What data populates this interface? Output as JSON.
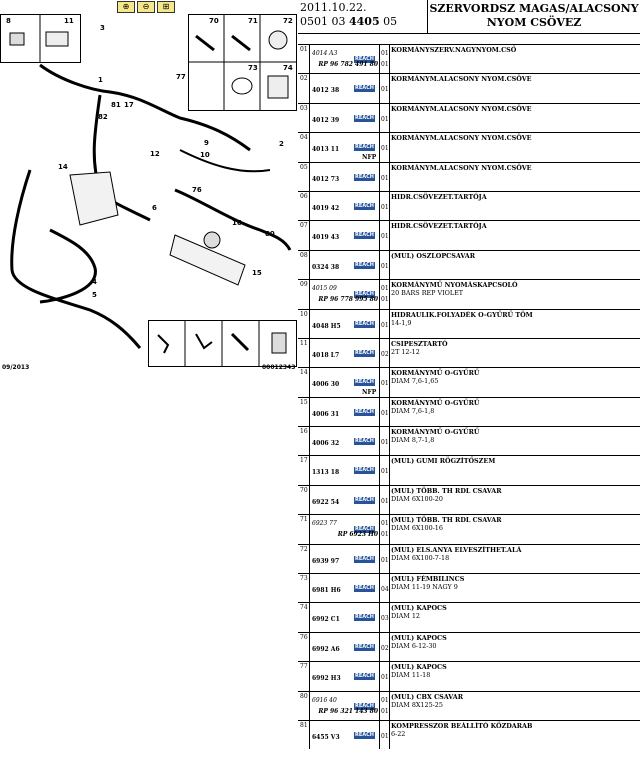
{
  "diagram": {
    "footer_left": "09/2013",
    "footer_right": "00012343",
    "zoom_buttons": [
      "zoom-in",
      "zoom-out",
      "zoom-fit"
    ],
    "callouts": [
      "8",
      "11",
      "70",
      "71",
      "72",
      "73",
      "74",
      "3",
      "1",
      "77",
      "2",
      "5",
      "4",
      "6",
      "9",
      "10",
      "12",
      "14",
      "15",
      "16",
      "17",
      "80",
      "81",
      "82",
      "76"
    ]
  },
  "header": {
    "date": "2011.10.22.",
    "code_prefix": "0501 03 ",
    "code_bold": "4405",
    "code_suffix": " 05",
    "title": "SZERVORDSZ MAGAS/ALACSONY NYOM CSÖVEZ"
  },
  "rows": [
    {
      "num": "01",
      "ref_it": "4014 A3",
      "ref": "",
      "alt": "RP 96 782 491 80",
      "qty": "01",
      "qty2": "01",
      "nfp": "",
      "desc1": "KORMÁNYSZERV.NAGYNYOM.CSŐ",
      "desc2": ""
    },
    {
      "num": "02",
      "ref_it": "",
      "ref": "4012 38",
      "alt": "",
      "qty": "01",
      "qty2": "",
      "nfp": "",
      "desc1": "KORMÁNYM.ALACSONY NYOM.CSÖVE",
      "desc2": ""
    },
    {
      "num": "03",
      "ref_it": "",
      "ref": "4012 39",
      "alt": "",
      "qty": "01",
      "qty2": "",
      "nfp": "",
      "desc1": "KORMÁNYM.ALACSONY NYOM.CSÖVE",
      "desc2": ""
    },
    {
      "num": "04",
      "ref_it": "",
      "ref": "4013 11",
      "alt": "",
      "qty": "01",
      "qty2": "",
      "nfp": "NFP",
      "desc1": "KORMÁNYM.ALACSONY NYOM.CSÖVE",
      "desc2": ""
    },
    {
      "num": "05",
      "ref_it": "",
      "ref": "4012 73",
      "alt": "",
      "qty": "01",
      "qty2": "",
      "nfp": "",
      "desc1": "KORMÁNYM.ALACSONY NYOM.CSÖVE",
      "desc2": ""
    },
    {
      "num": "06",
      "ref_it": "",
      "ref": "4019 42",
      "alt": "",
      "qty": "01",
      "qty2": "",
      "nfp": "",
      "desc1": "HIDR.CSÖVEZET.TARTÓJA",
      "desc2": ""
    },
    {
      "num": "07",
      "ref_it": "",
      "ref": "4019 43",
      "alt": "",
      "qty": "01",
      "qty2": "",
      "nfp": "",
      "desc1": "HIDR.CSÖVEZET.TARTÓJA",
      "desc2": ""
    },
    {
      "num": "08",
      "ref_it": "",
      "ref": "0324 38",
      "alt": "",
      "qty": "01",
      "qty2": "",
      "nfp": "",
      "desc1": "(MUL) OSZLOPCSAVAR",
      "desc2": ""
    },
    {
      "num": "09",
      "ref_it": "4015 09",
      "ref": "",
      "alt": "RP 96 778 995 80",
      "qty": "01",
      "qty2": "01",
      "nfp": "",
      "desc1": "KORMÁNYMŰ NYOMÁSKAPCSOLÓ",
      "desc2": "20 BARS REP VIOLET"
    },
    {
      "num": "10",
      "ref_it": "",
      "ref": "4048 H5",
      "alt": "",
      "qty": "01",
      "qty2": "",
      "nfp": "",
      "desc1": "HIDRAULIK.FOLYADÉK O-GYŰRŰ TÖM",
      "desc2": "14-1,9"
    },
    {
      "num": "11",
      "ref_it": "",
      "ref": "4018 L7",
      "alt": "",
      "qty": "02",
      "qty2": "",
      "nfp": "",
      "desc1": "CSIPESZTARTÓ",
      "desc2": "2T 12-12"
    },
    {
      "num": "14",
      "ref_it": "",
      "ref": "4006 30",
      "alt": "",
      "qty": "01",
      "qty2": "",
      "nfp": "NFP",
      "desc1": "KORMÁNYMŰ O-GYŰRŰ",
      "desc2": "DIAM 7,6-1,65"
    },
    {
      "num": "15",
      "ref_it": "",
      "ref": "4006 31",
      "alt": "",
      "qty": "01",
      "qty2": "",
      "nfp": "",
      "desc1": "KORMÁNYMŰ O-GYŰRŰ",
      "desc2": "DIAM 7,6-1,8"
    },
    {
      "num": "16",
      "ref_it": "",
      "ref": "4006 32",
      "alt": "",
      "qty": "01",
      "qty2": "",
      "nfp": "",
      "desc1": "KORMÁNYMŰ O-GYŰRŰ",
      "desc2": "DIAM 8,7-1,8"
    },
    {
      "num": "17",
      "ref_it": "",
      "ref": "1313 18",
      "alt": "",
      "qty": "01",
      "qty2": "",
      "nfp": "",
      "desc1": "(MUL) GUMI RÖGZÍTŐSZEM",
      "desc2": ""
    },
    {
      "num": "70",
      "ref_it": "",
      "ref": "6922 54",
      "alt": "",
      "qty": "01",
      "qty2": "",
      "nfp": "",
      "desc1": "(MUL) TÖBB. TH RDL CSAVAR",
      "desc2": "DIAM 6X100-20"
    },
    {
      "num": "71",
      "ref_it": "6923 77",
      "ref": "",
      "alt": "RP 6923 H0",
      "qty": "01",
      "qty2": "01",
      "nfp": "",
      "desc1": "(MUL) TÖBB. TH RDL CSAVAR",
      "desc2": "DIAM 6X100-16"
    },
    {
      "num": "72",
      "ref_it": "",
      "ref": "6939 97",
      "alt": "",
      "qty": "01",
      "qty2": "",
      "nfp": "",
      "desc1": "(MUL) ELS.ANYA ELVESZÍTHET.ALÁ",
      "desc2": "DIAM 6X100-7-18"
    },
    {
      "num": "73",
      "ref_it": "",
      "ref": "6981 H6",
      "alt": "",
      "qty": "04",
      "qty2": "",
      "nfp": "",
      "desc1": "(MUL) FÉMBILINCS",
      "desc2": "DIAM 11-19 NAGY 9"
    },
    {
      "num": "74",
      "ref_it": "",
      "ref": "6992 C1",
      "alt": "",
      "qty": "03",
      "qty2": "",
      "nfp": "",
      "desc1": "(MUL) KAPOCS",
      "desc2": "DIAM 12"
    },
    {
      "num": "76",
      "ref_it": "",
      "ref": "6992 A6",
      "alt": "",
      "qty": "02",
      "qty2": "",
      "nfp": "",
      "desc1": "(MUL) KAPOCS",
      "desc2": "DIAM 6-12-30"
    },
    {
      "num": "77",
      "ref_it": "",
      "ref": "6992 H3",
      "alt": "",
      "qty": "01",
      "qty2": "",
      "nfp": "",
      "desc1": "(MUL) KAPOCS",
      "desc2": "DIAM 11-18"
    },
    {
      "num": "80",
      "ref_it": "6916 40",
      "ref": "",
      "alt": "RP 96 321 143 80",
      "qty": "01",
      "qty2": "01",
      "nfp": "",
      "desc1": "(MUL) CBX CSAVAR",
      "desc2": "DIAM 8X125-25"
    },
    {
      "num": "81",
      "ref_it": "",
      "ref": "6455 V3",
      "alt": "",
      "qty": "01",
      "qty2": "",
      "nfp": "",
      "desc1": "KOMPRESSZOR BEÁLLÍTÓ KÖZDARAB",
      "desc2": "6-22"
    }
  ],
  "reach_label": "REACH"
}
